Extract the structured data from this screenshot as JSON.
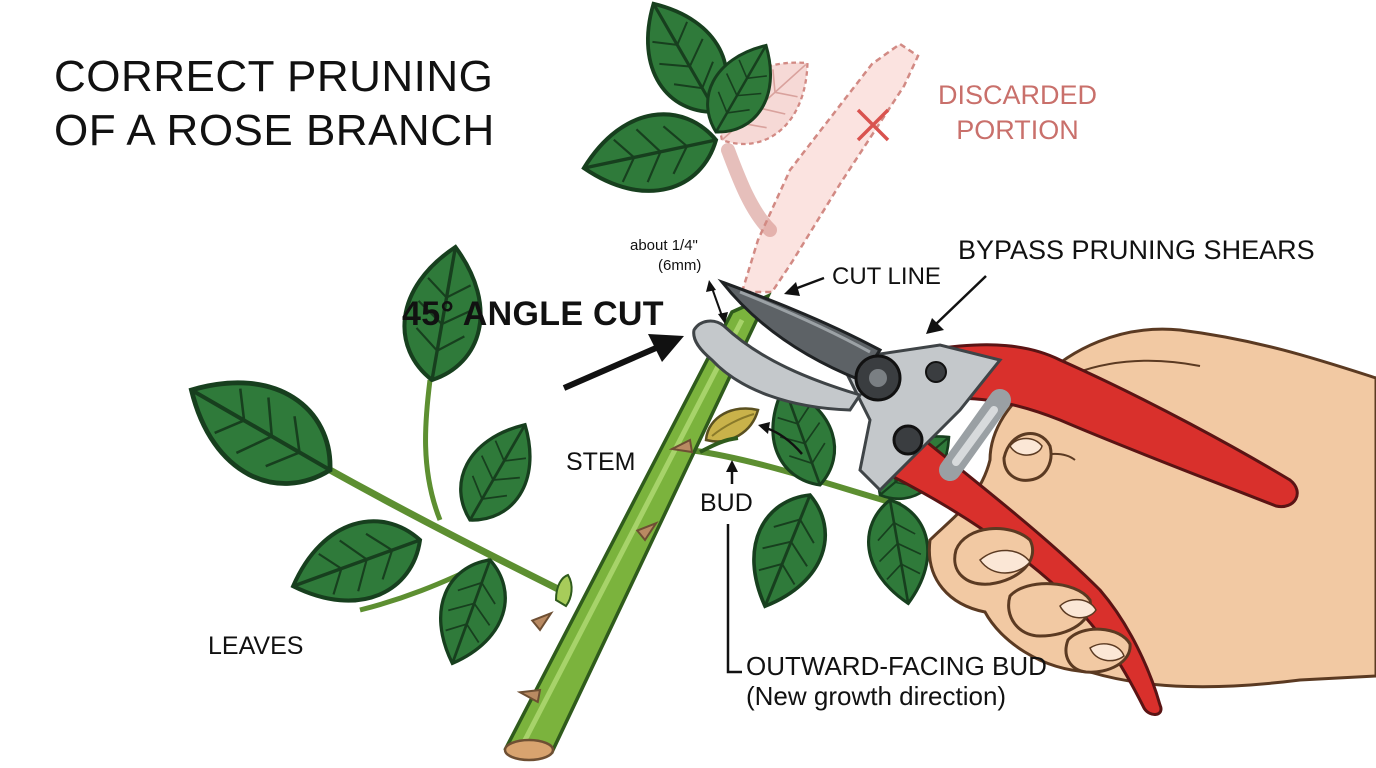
{
  "title": {
    "line1": "CORRECT PRUNING",
    "line2": "OF A ROSE BRANCH"
  },
  "labels": {
    "discarded_line1": "DISCARDED",
    "discarded_line2": "PORTION",
    "distance_line1": "about 1/4\"",
    "distance_line2": "(6mm)",
    "cut_line": "CUT LINE",
    "shears": "BYPASS PRUNING SHEARS",
    "angle_cut": "45° ANGLE CUT",
    "stem": "STEM",
    "bud": "BUD",
    "leaves": "LEAVES",
    "outward_bud_line1": "OUTWARD-FACING BUD",
    "outward_bud_line2": "(New growth direction)"
  },
  "colors": {
    "leaf": "#2f7a3a",
    "leaf_dark": "#1d5628",
    "stem": "#7bb33d",
    "thorn": "#b98a62",
    "discard": "#c9706b",
    "handle": "#d9302c",
    "blade": "#5d6266",
    "skin": "#f2c9a3"
  }
}
